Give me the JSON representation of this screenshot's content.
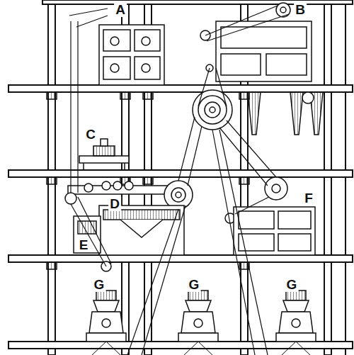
{
  "diagram": {
    "labels": [
      "A",
      "B",
      "C",
      "D",
      "E",
      "F",
      "G",
      "G",
      "G"
    ]
  }
}
